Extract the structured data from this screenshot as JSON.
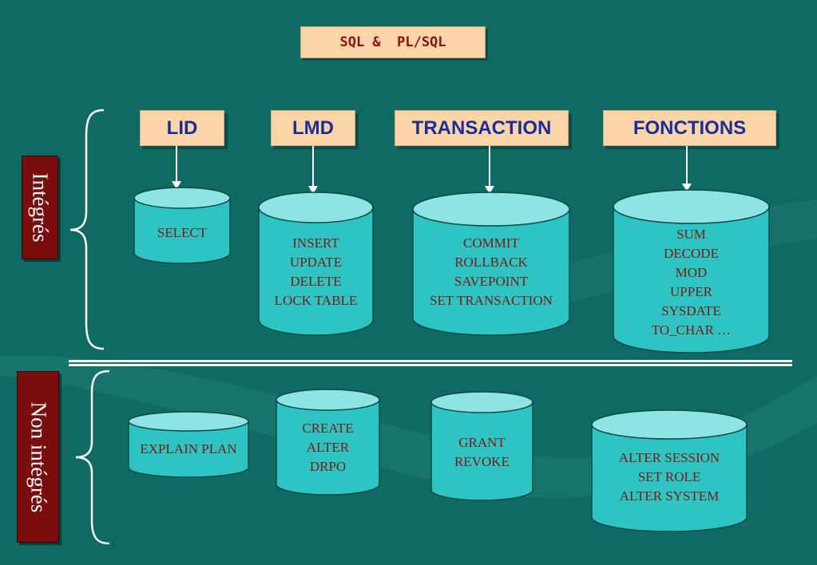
{
  "title": "SQL &  PL/SQL",
  "sections": {
    "integrated": {
      "label": "Intégrés"
    },
    "non_integrated": {
      "label": "Non intégrés"
    }
  },
  "categories": [
    {
      "label": "LID",
      "items": [
        "SELECT"
      ]
    },
    {
      "label": "LMD",
      "items": [
        "INSERT",
        "UPDATE",
        "DELETE",
        "LOCK TABLE"
      ]
    },
    {
      "label": "TRANSACTION",
      "items": [
        "COMMIT",
        "ROLLBACK",
        "SAVEPOINT",
        "SET TRANSACTION"
      ]
    },
    {
      "label": "FONCTIONS",
      "items": [
        "SUM",
        "DECODE",
        "MOD",
        "UPPER",
        "SYSDATE",
        "TO_CHAR …"
      ]
    }
  ],
  "non_integrated_groups": [
    {
      "items": [
        "EXPLAIN PLAN"
      ]
    },
    {
      "items": [
        "CREATE",
        "ALTER",
        "DRPO"
      ]
    },
    {
      "items": [
        "GRANT",
        "REVOKE"
      ]
    },
    {
      "items": [
        "ALTER SESSION",
        "SET ROLE",
        "ALTER SYSTEM"
      ]
    }
  ],
  "colors": {
    "background": "#0f6a63",
    "category_fill": "#fbd5a8",
    "category_text": "#1a2e9a",
    "title_text": "#8b0f16",
    "cylinder_body": "#2ec4c4",
    "cylinder_top": "#8ee4e4",
    "cylinder_text": "#7a1a12",
    "side_label_fill": "#7a0d0d"
  }
}
